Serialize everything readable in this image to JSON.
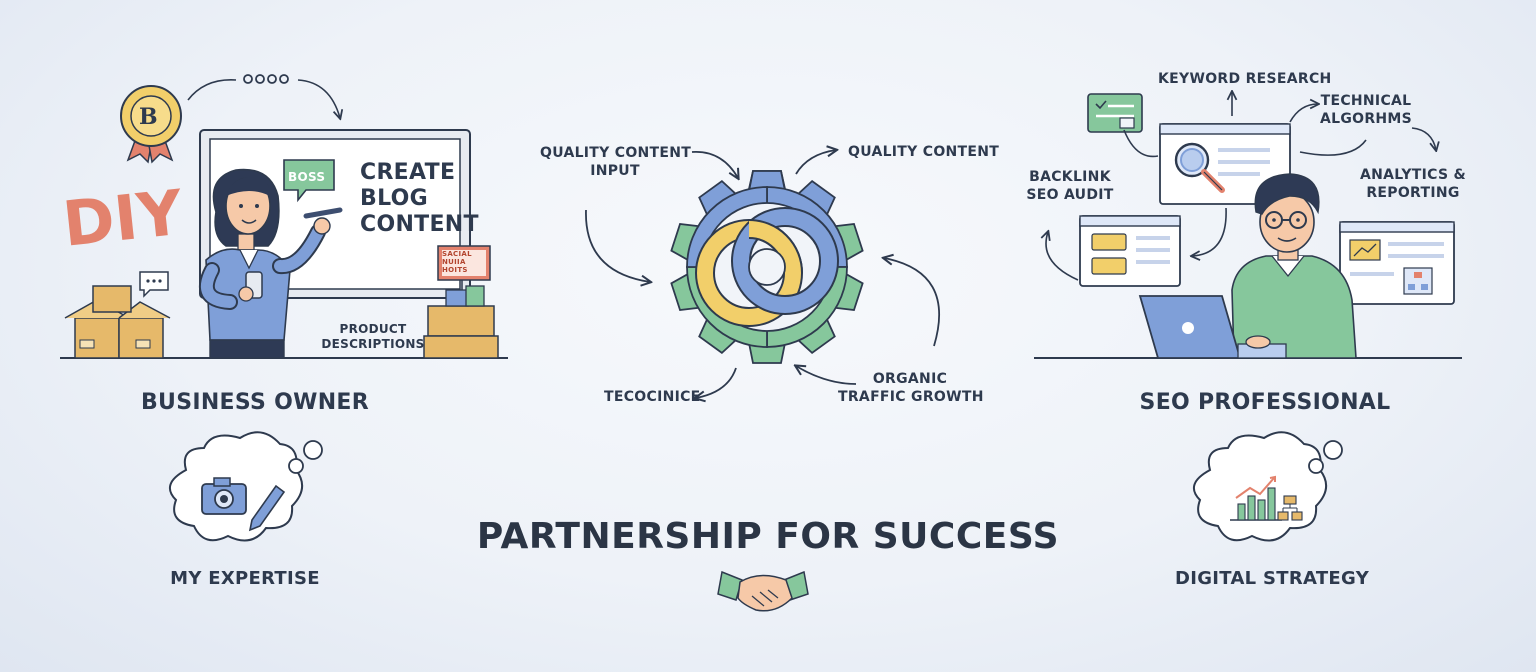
{
  "left": {
    "badge_letter": "B",
    "diy": "DIY",
    "speech": "BOSS",
    "board_text": [
      "CREATE",
      "BLOG",
      "CONTENT"
    ],
    "social_sign": [
      "SACIAL",
      "NUIIA",
      "HOITS"
    ],
    "product": [
      "PRODUCT",
      "DESCRIPTIONS"
    ],
    "role": "BUSINESS OWNER",
    "thought": "MY EXPERTISE"
  },
  "center": {
    "input": [
      "QUALITY CONTENT",
      "INPUT"
    ],
    "output": "QUALITY CONTENT",
    "technique": "TECOCINICE",
    "growth": [
      "ORGANIC",
      "TRAFFIC GROWTH"
    ],
    "title": "PARTNERSHIP FOR SUCCESS"
  },
  "right": {
    "keyword": "KEYWORD RESEARCH",
    "technical": [
      "TECHNICAL",
      "ALGORHMS"
    ],
    "backlink": [
      "BACKLINK",
      "SEO AUDIT"
    ],
    "analytics": [
      "ANALYTICS &",
      "REPORTING"
    ],
    "role": "SEO PROFESSIONAL",
    "thought": "DIGITAL STRATEGY"
  },
  "colors": {
    "ink": "#2e3a4e",
    "blue": "#7f9fd8",
    "yellow": "#f2cf6a",
    "green": "#86c79c",
    "orange": "#e3826d",
    "box": "#e6b96a"
  }
}
